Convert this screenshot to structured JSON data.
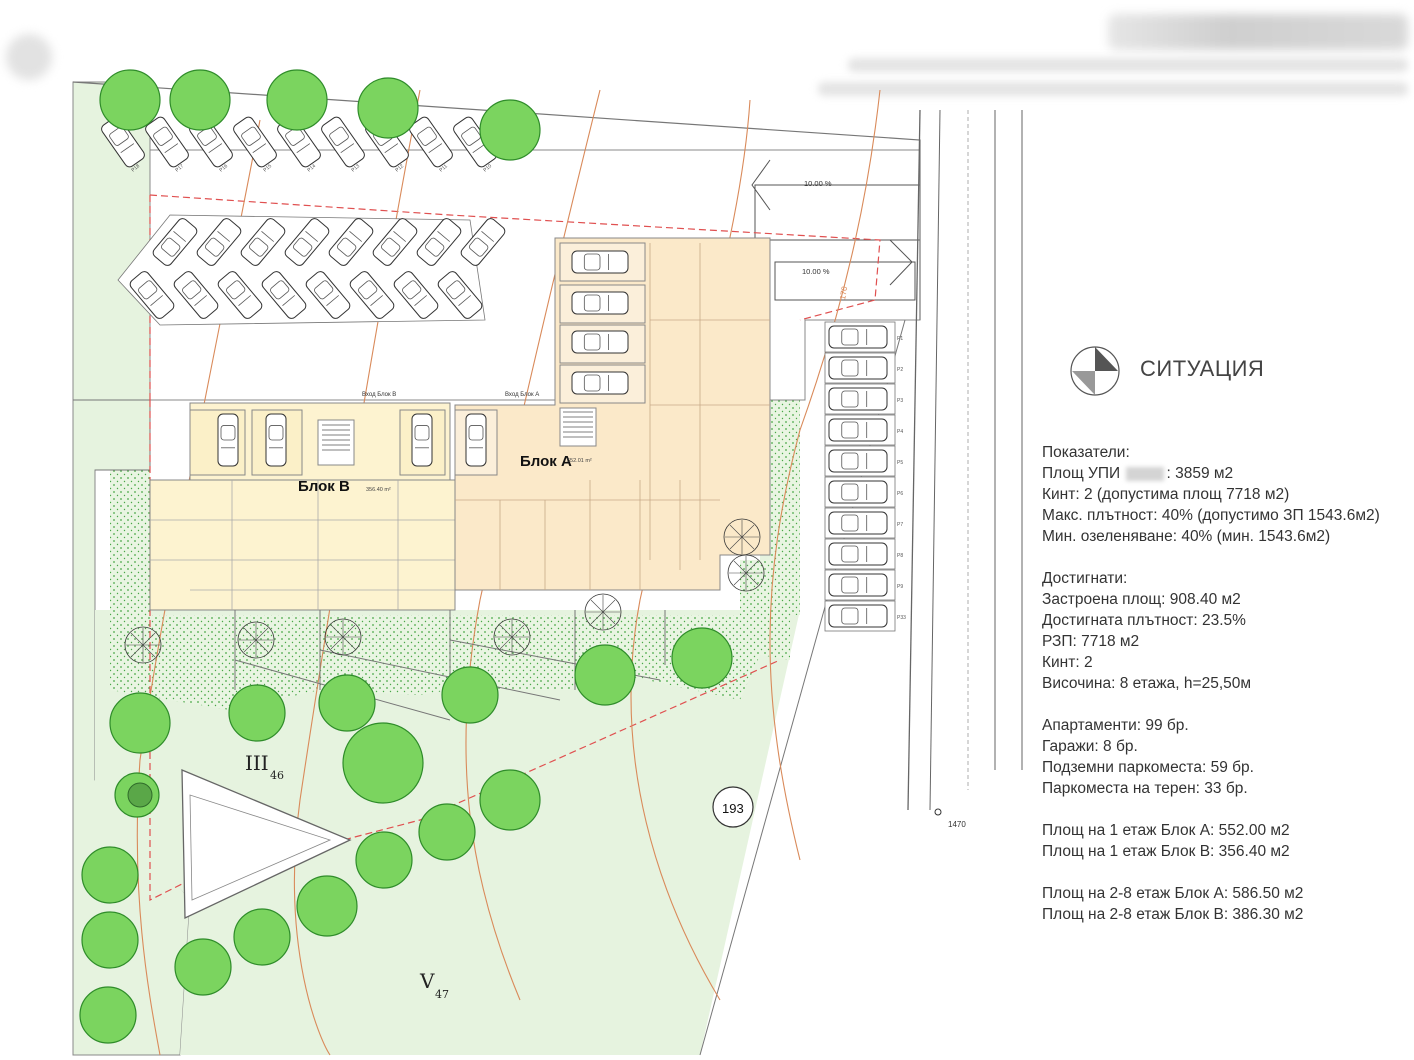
{
  "plan": {
    "block_a_label": "Блок А",
    "block_b_label": "Блок В",
    "block_a_area": "552.01 m²",
    "block_b_area": "356.40 m²",
    "entrance_a": "Вход Блок А",
    "entrance_b": "Вход Блок В",
    "slope_1": "10.00 %",
    "slope_2": "10.00 %",
    "contour_170": "170",
    "plot_193": "193",
    "marker_1470": "1470",
    "parcel_iii": "III",
    "parcel_iii_sub": "46",
    "parcel_v": "V",
    "parcel_v_sub": "47",
    "parking_top": [
      "P18",
      "P17",
      "P16",
      "P15",
      "P14",
      "P13",
      "P12",
      "P11",
      "P10"
    ],
    "parking_right": [
      "P1",
      "P2",
      "P3",
      "P4",
      "P5",
      "P6",
      "P7",
      "P8",
      "P9",
      "P33"
    ]
  },
  "legend": {
    "title": "СИТУАЦИЯ",
    "groups": [
      {
        "heading": "Показатели:",
        "lines": [
          {
            "before": "Площ УПИ ",
            "masked": true,
            "after": ": 3859 м2"
          },
          {
            "before": "Кинт: 2 (допустима площ 7718 м2)"
          },
          {
            "before": "Макс. плътност: 40% (допустимо ЗП 1543.6м2)"
          },
          {
            "before": "Мин. озеленяване: 40% (мин. 1543.6м2)"
          }
        ]
      },
      {
        "heading": "Достигнати:",
        "lines": [
          {
            "before": "Застроена площ: 908.40 м2"
          },
          {
            "before": "Достигната плътност: 23.5%"
          },
          {
            "before": "РЗП: 7718 м2"
          },
          {
            "before": "Кинт: 2"
          },
          {
            "before": "Височина: 8 етажа, h=25,50м"
          }
        ]
      },
      {
        "heading": "",
        "lines": [
          {
            "before": "Апартаменти: 99 бр."
          },
          {
            "before": "Гаражи: 8 бр."
          },
          {
            "before": "Подземни паркоместа: 59 бр."
          },
          {
            "before": "Паркоместа на терен: 33 бр."
          }
        ]
      },
      {
        "heading": "",
        "lines": [
          {
            "before": "Площ на 1 етаж Блок А: 552.00 м2"
          },
          {
            "before": "Площ на 1 етаж Блок В: 356.40 м2"
          }
        ]
      },
      {
        "heading": "",
        "lines": [
          {
            "before": "Площ на 2-8 етаж Блок А: 586.50 м2"
          },
          {
            "before": "Площ на 2-8 етаж Блок В: 386.30 м2"
          }
        ]
      }
    ]
  },
  "colors": {
    "green_area": "#e6f3df",
    "tree": "#7bd45f",
    "tree_stroke": "#2f8c2a",
    "building": "#fbe9c9",
    "building_b": "#fdf3d0",
    "contour": "#d98a5a",
    "boundary": "#e05050"
  }
}
